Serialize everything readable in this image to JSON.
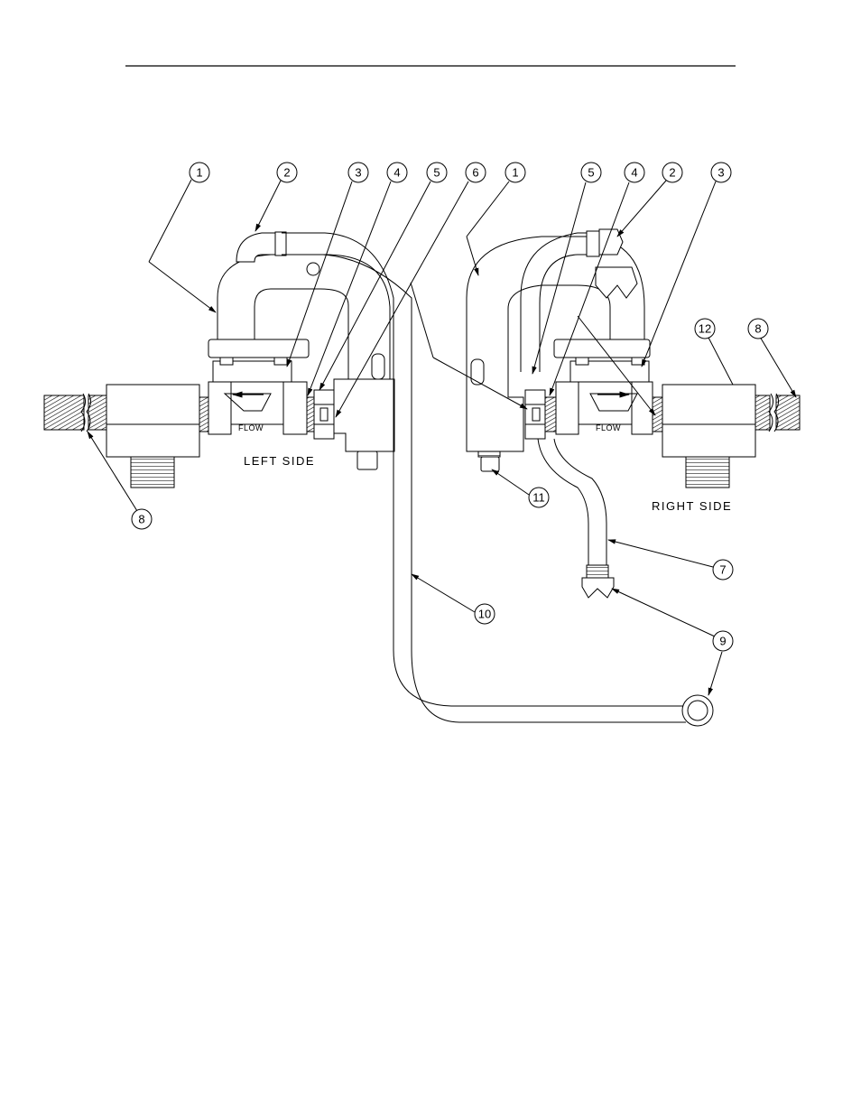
{
  "diagram": {
    "captions": {
      "left_side": "LEFT SIDE",
      "right_side": "RIGHT SIDE",
      "flow_left": "FLOW",
      "flow_right": "FLOW"
    },
    "callouts": [
      {
        "id": "c-l1",
        "label": "1"
      },
      {
        "id": "c-l2",
        "label": "2"
      },
      {
        "id": "c-l3",
        "label": "3"
      },
      {
        "id": "c-l4",
        "label": "4"
      },
      {
        "id": "c-l5",
        "label": "5"
      },
      {
        "id": "c-l6",
        "label": "6"
      },
      {
        "id": "c-r1",
        "label": "1"
      },
      {
        "id": "c-r5",
        "label": "5"
      },
      {
        "id": "c-r4",
        "label": "4"
      },
      {
        "id": "c-r2",
        "label": "2"
      },
      {
        "id": "c-r3",
        "label": "3"
      },
      {
        "id": "c-r12",
        "label": "12"
      },
      {
        "id": "c-r8",
        "label": "8"
      },
      {
        "id": "c-l8",
        "label": "8"
      },
      {
        "id": "c-11",
        "label": "11"
      },
      {
        "id": "c-7",
        "label": "7"
      },
      {
        "id": "c-10",
        "label": "10"
      },
      {
        "id": "c-9",
        "label": "9"
      }
    ]
  }
}
